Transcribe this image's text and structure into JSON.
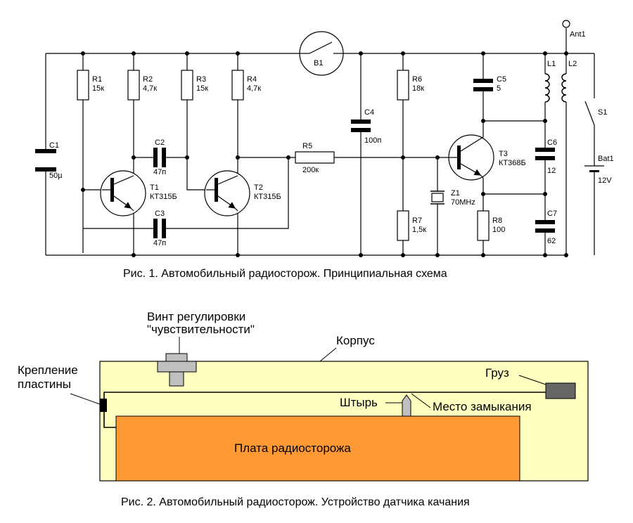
{
  "schematic": {
    "components": {
      "c1": {
        "ref": "C1",
        "value": "50µ"
      },
      "r1": {
        "ref": "R1",
        "value": "15к"
      },
      "r2": {
        "ref": "R2",
        "value": "4,7к"
      },
      "r3": {
        "ref": "R3",
        "value": "15к"
      },
      "r4": {
        "ref": "R4",
        "value": "4,7к"
      },
      "c2": {
        "ref": "C2",
        "value": "47п"
      },
      "c3": {
        "ref": "C3",
        "value": "47п"
      },
      "t1": {
        "ref": "T1",
        "value": "КТ315Б"
      },
      "t2": {
        "ref": "T2",
        "value": "КТ315Б"
      },
      "b1": {
        "ref": "B1"
      },
      "r5": {
        "ref": "R5",
        "value": "200к"
      },
      "c4": {
        "ref": "C4",
        "value": "100п"
      },
      "r6": {
        "ref": "R6",
        "value": "18к"
      },
      "r7": {
        "ref": "R7",
        "value": "1,5к"
      },
      "z1": {
        "ref": "Z1",
        "value": "70MHz"
      },
      "c5": {
        "ref": "C5",
        "value": "5"
      },
      "t3": {
        "ref": "T3",
        "value": "КТ368Б"
      },
      "r8": {
        "ref": "R8",
        "value": "100"
      },
      "c6": {
        "ref": "C6",
        "value": "12"
      },
      "c7": {
        "ref": "C7",
        "value": "62"
      },
      "l1": {
        "ref": "L1"
      },
      "l2": {
        "ref": "L2"
      },
      "ant1": {
        "ref": "Ant1"
      },
      "s1": {
        "ref": "S1"
      },
      "bat1": {
        "ref": "Bat1",
        "value": "12V"
      }
    },
    "caption": "Рис. 1. Автомобильный радиосторож. Принципиальная схема"
  },
  "sensor": {
    "screw_label_line1": "Винт регулировки",
    "screw_label_line2": "\"чувствительности\"",
    "housing_label": "Корпус",
    "mount_label_line1": "Крепление",
    "mount_label_line2": "пластины",
    "weight_label": "Груз",
    "pin_label": "Штырь",
    "contact_label": "Место замыкания",
    "board_label": "Плата радиосторожа",
    "caption": "Рис. 2. Автомобильный радиосторож. Устройство датчика качания",
    "colors": {
      "housing": "#ffffc0",
      "board": "#ff9933",
      "weight": "#666666",
      "screw": "#bfbfbf"
    }
  }
}
